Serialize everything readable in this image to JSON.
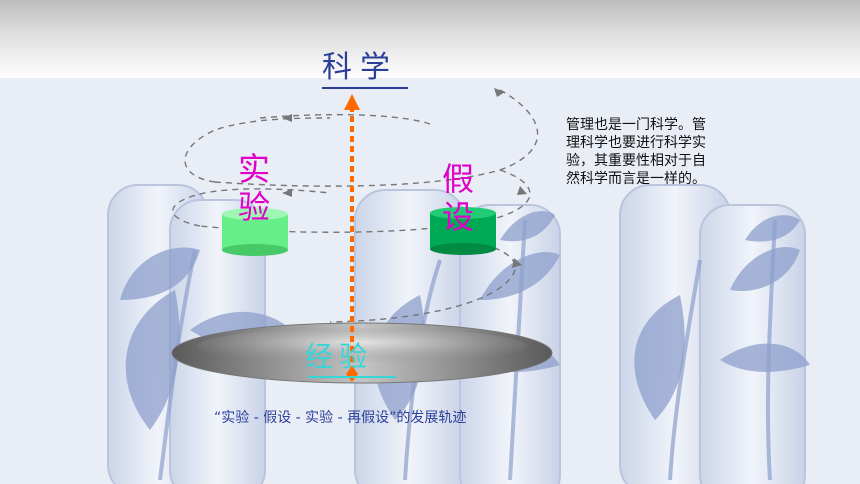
{
  "slide": {
    "title": "科学",
    "left_stage": "实验",
    "right_stage": "假设",
    "base": "经验",
    "side_note": "管理也是一门科学。管理科学也要进行科学实验，其重要性相对于自然科学而言是一样的。",
    "caption": "“实验 - 假设 - 实验 - 再假设”的发展轨迹"
  },
  "colors": {
    "title": "#2b3f99",
    "stage_text": "#e000c8",
    "base_text": "#36d6d6",
    "arrow": "#ff6a00",
    "left_block": "#66ee88",
    "right_block": "#00aa55"
  }
}
